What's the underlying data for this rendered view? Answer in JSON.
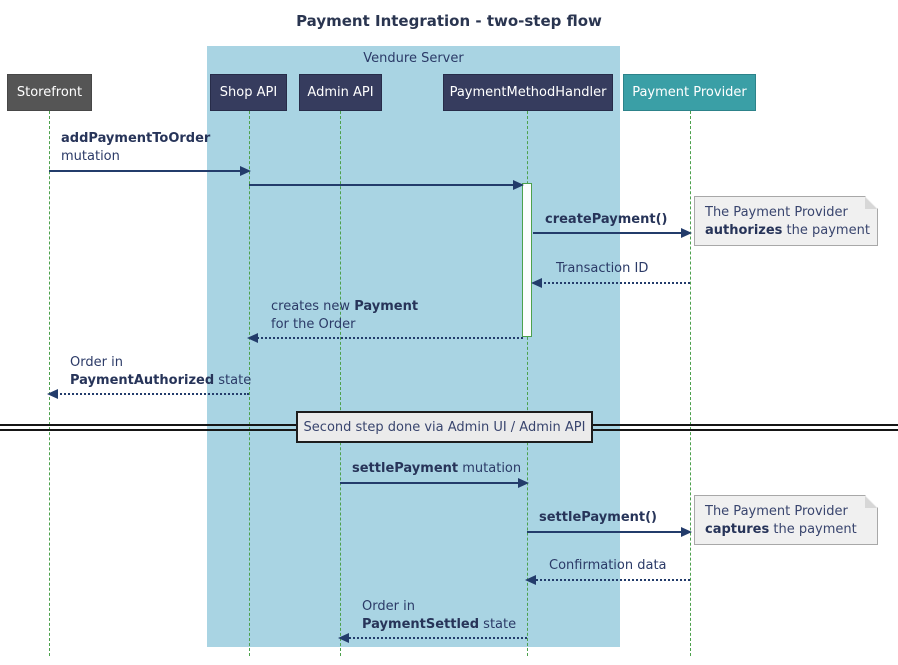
{
  "title": "Payment Integration - two-step flow",
  "frame": {
    "label": "Vendure Server"
  },
  "participants": [
    {
      "id": "storefront",
      "label": "Storefront"
    },
    {
      "id": "shop-api",
      "label": "Shop API"
    },
    {
      "id": "admin-api",
      "label": "Admin API"
    },
    {
      "id": "payment-method-handler",
      "label": "PaymentMethodHandler"
    },
    {
      "id": "payment-provider",
      "label": "Payment Provider"
    }
  ],
  "messages": {
    "add_payment": {
      "bold": "addPaymentToOrder",
      "line2": "mutation"
    },
    "create_payment": {
      "bold": "createPayment()"
    },
    "transaction_id": {
      "text": "Transaction ID"
    },
    "creates_payment": {
      "prefix": "creates new ",
      "bold": "Payment",
      "line2": "for the Order"
    },
    "order_authorized": {
      "line1": "Order in",
      "bold": "PaymentAuthorized",
      "suffix": " state"
    },
    "settle_mutation": {
      "bold": "settlePayment",
      "suffix": " mutation"
    },
    "settle_call": {
      "bold": "settlePayment()"
    },
    "confirmation": {
      "text": "Confirmation data"
    },
    "order_settled": {
      "line1": "Order in",
      "bold": "PaymentSettled",
      "suffix": " state"
    }
  },
  "divider": {
    "label": "Second step done via Admin UI / Admin API"
  },
  "notes": {
    "authorize": {
      "line1": "The Payment Provider",
      "bold": "authorizes",
      "suffix": " the payment"
    },
    "capture": {
      "line1": "The Payment Provider",
      "bold": "captures",
      "suffix": " the payment"
    }
  },
  "colors": {
    "frame_background": "#a9d4e3",
    "participant_navy": "#363c5e",
    "participant_gray": "#555555",
    "participant_teal": "#3a9fa6",
    "lifeline_green": "#4da14d",
    "arrow_navy": "#233c6b",
    "text_navy": "#2b3a67",
    "note_background": "#f0f0f0"
  }
}
